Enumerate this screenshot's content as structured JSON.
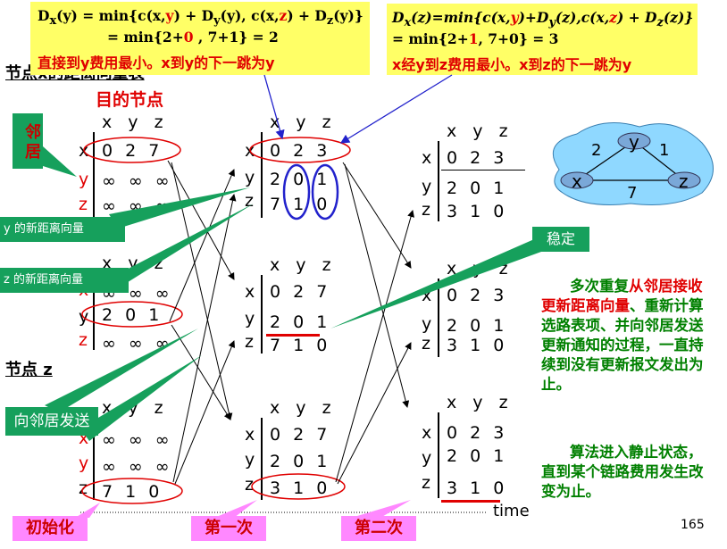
{
  "note_left": {
    "line1_a": "D",
    "line1_b": "x",
    "line1_c": "(y) = min{c(x,",
    "line1_d": "y",
    "line1_e": ") + D",
    "line1_f": "y",
    "line1_g": "(y), c(x,",
    "line1_h": "z",
    "line1_i": ") + D",
    "line1_j": "z",
    "line1_k": "(y)}",
    "line2_a": "= min{2+",
    "line2_b": "0",
    "line2_c": " , 7+1} = 2",
    "line3": "直接到y费用最小。x到y的下一跳为y"
  },
  "note_right": {
    "line1_a": "D",
    "line1_b": "x",
    "line1_c": "(z)=min{",
    "line1_d": "c(x,",
    "line1_e": "y",
    "line1_f": ")+D",
    "line1_g": "y",
    "line1_h": "(z),c(x,",
    "line1_i": "z",
    "line1_j": ") + D",
    "line1_k": "z",
    "line1_l": "(z)}",
    "line2_a": "= min{2+",
    "line2_b": "1",
    "line2_c": ", 7+0} = 3",
    "line3": "x经y到z费用最小。x到z的下一跳为y"
  },
  "labels": {
    "dest_node": "目的节点",
    "neighbor": "邻居",
    "y_new_vector": "y 的新距离向量",
    "z_new_vector": "z 的新距离向量",
    "node_z": "节点 z",
    "send_neighbors": "向邻居发送",
    "stable": "稳定",
    "init": "初始化",
    "first": "第一次",
    "second": "第二次",
    "time": "time",
    "page": "165",
    "partial_title": "节点x的距离向量表"
  },
  "topology": {
    "nodes": [
      "x",
      "y",
      "z"
    ],
    "edges": [
      {
        "a": "x",
        "b": "y",
        "cost": "2"
      },
      {
        "a": "y",
        "b": "z",
        "cost": "1"
      },
      {
        "a": "x",
        "b": "z",
        "cost": "7"
      }
    ]
  },
  "description": {
    "p1_a": "多次重复",
    "p1_b": "从邻居接收更新距离向量",
    "p1_c": "、重新计算选路表项、并向邻居发送更新通知的过程，一直持续到没有更新报文发出为止。",
    "p2": "算法进入静止状态，直到某个链路费用发生改变为止。"
  },
  "tables": {
    "header": "x y z",
    "node_x": {
      "init": {
        "rows": [
          {
            "l": "x",
            "v": "0 2 7"
          },
          {
            "l": "y",
            "v": "∞ ∞ ∞"
          },
          {
            "l": "z",
            "v": "∞ ∞ ∞"
          }
        ]
      },
      "t1": {
        "rows": [
          {
            "l": "x",
            "v": "0 2 3"
          },
          {
            "l": "y",
            "v": "2 0 1"
          },
          {
            "l": "z",
            "v": "7 1 0"
          }
        ]
      },
      "t2": {
        "rows": [
          {
            "l": "x",
            "v": "0 2 3"
          },
          {
            "l": "y",
            "v": "2 0 1"
          },
          {
            "l": "z",
            "v": "3 1 0"
          }
        ]
      }
    },
    "node_y": {
      "init": {
        "rows": [
          {
            "l": "x",
            "v": "∞ ∞ ∞"
          },
          {
            "l": "y",
            "v": "2 0 1"
          },
          {
            "l": "z",
            "v": "∞ ∞ ∞"
          }
        ]
      },
      "t1": {
        "rows": [
          {
            "l": "x",
            "v": "0 2 7"
          },
          {
            "l": "y",
            "v": "2 0 1"
          },
          {
            "l": "z",
            "v": "7 1 0"
          }
        ]
      },
      "t2": {
        "rows": [
          {
            "l": "x",
            "v": "0 2 3"
          },
          {
            "l": "y",
            "v": "2 0 1"
          },
          {
            "l": "z",
            "v": "3 1 0"
          }
        ]
      }
    },
    "node_z": {
      "init": {
        "rows": [
          {
            "l": "x",
            "v": "∞ ∞ ∞"
          },
          {
            "l": "y",
            "v": "∞ ∞ ∞"
          },
          {
            "l": "z",
            "v": "7 1 0"
          }
        ]
      },
      "t1": {
        "rows": [
          {
            "l": "x",
            "v": "0 2 7"
          },
          {
            "l": "y",
            "v": "2 0 1"
          },
          {
            "l": "z",
            "v": "3 1 0"
          }
        ]
      },
      "t2": {
        "rows": [
          {
            "l": "x",
            "v": "0 2 3"
          },
          {
            "l": "y",
            "v": "2 0 1"
          },
          {
            "l": "z",
            "v": "3 1 0"
          }
        ]
      }
    }
  },
  "colors": {
    "highlight_yellow": "#ffff66",
    "label_green": "#16a05c",
    "tag_pink": "#ff88ff",
    "red": "#e00000",
    "blue": "#2222cc",
    "cloud": "#8fd8ff"
  }
}
